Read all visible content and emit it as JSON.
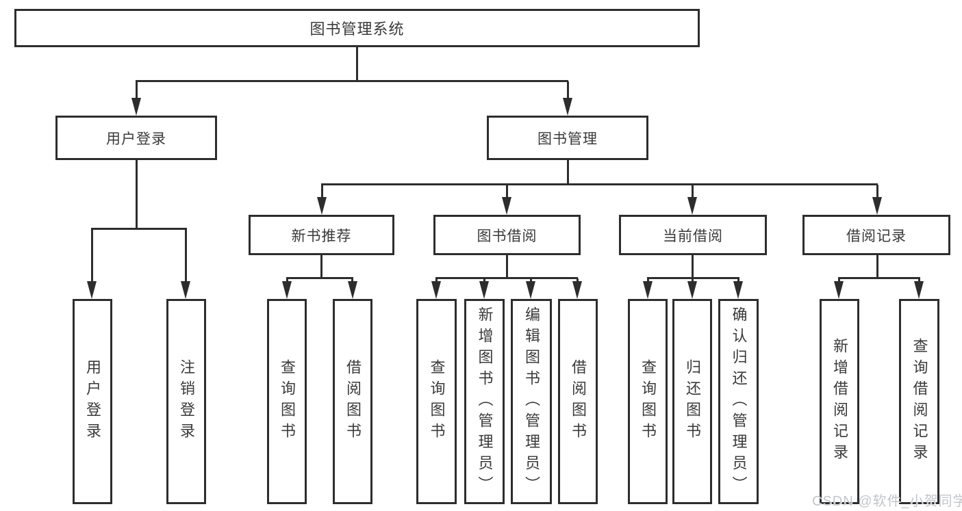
{
  "tree": {
    "root": "图书管理系统",
    "children": [
      {
        "label": "用户登录",
        "children": [
          {
            "label": "用户登录"
          },
          {
            "label": "注销登录"
          }
        ]
      },
      {
        "label": "图书管理",
        "children": [
          {
            "label": "新书推荐",
            "children": [
              {
                "label": "查询图书"
              },
              {
                "label": "借阅图书"
              }
            ]
          },
          {
            "label": "图书借阅",
            "children": [
              {
                "label": "查询图书"
              },
              {
                "label": "新增图书（管理员）"
              },
              {
                "label": "编辑图书（管理员）"
              },
              {
                "label": "借阅图书"
              }
            ]
          },
          {
            "label": "当前借阅",
            "children": [
              {
                "label": "查询图书"
              },
              {
                "label": "归还图书"
              },
              {
                "label": "确认归还（管理员）"
              }
            ]
          },
          {
            "label": "借阅记录",
            "children": [
              {
                "label": "新增借阅记录"
              },
              {
                "label": "查询借阅记录"
              }
            ]
          }
        ]
      }
    ]
  },
  "watermark": {
    "text": "CSDN @软件_小贺同学"
  },
  "colors": {
    "line": "#2d2d2d",
    "text": "#3a3a3a",
    "background": "#ffffff",
    "watermark": "#c3c6c9"
  }
}
